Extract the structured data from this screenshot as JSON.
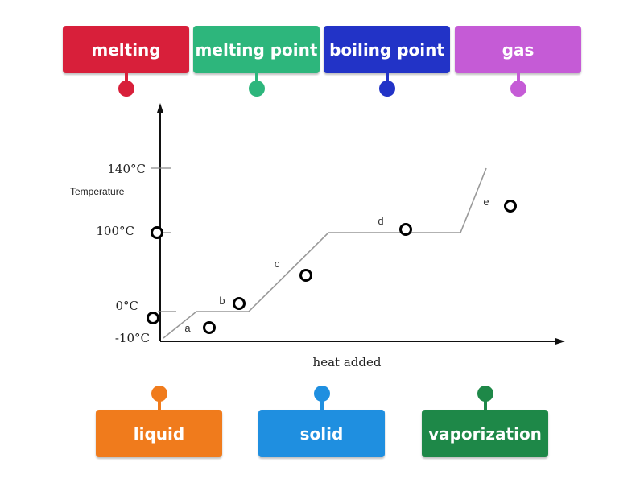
{
  "tags_top": [
    {
      "label": "melting",
      "color": "#d81f3a",
      "name": "tag-melting"
    },
    {
      "label": "melting point",
      "color": "#2db67c",
      "name": "tag-melting-point"
    },
    {
      "label": "boiling point",
      "color": "#2233c7",
      "name": "tag-boiling-point"
    },
    {
      "label": "gas",
      "color": "#c55bd6",
      "name": "tag-gas"
    }
  ],
  "tags_bottom": [
    {
      "label": "liquid",
      "color": "#f07b1c",
      "name": "tag-liquid"
    },
    {
      "label": "solid",
      "color": "#1f8fe0",
      "name": "tag-solid"
    },
    {
      "label": "vaporization",
      "color": "#1e8848",
      "name": "tag-vaporization"
    }
  ],
  "diagram": {
    "y_label": "Temperature",
    "x_label": "heat added",
    "ticks": [
      "140°C",
      "100°C",
      "0°C",
      "-10°C"
    ],
    "segments": [
      "a",
      "b",
      "c",
      "d",
      "e"
    ]
  }
}
